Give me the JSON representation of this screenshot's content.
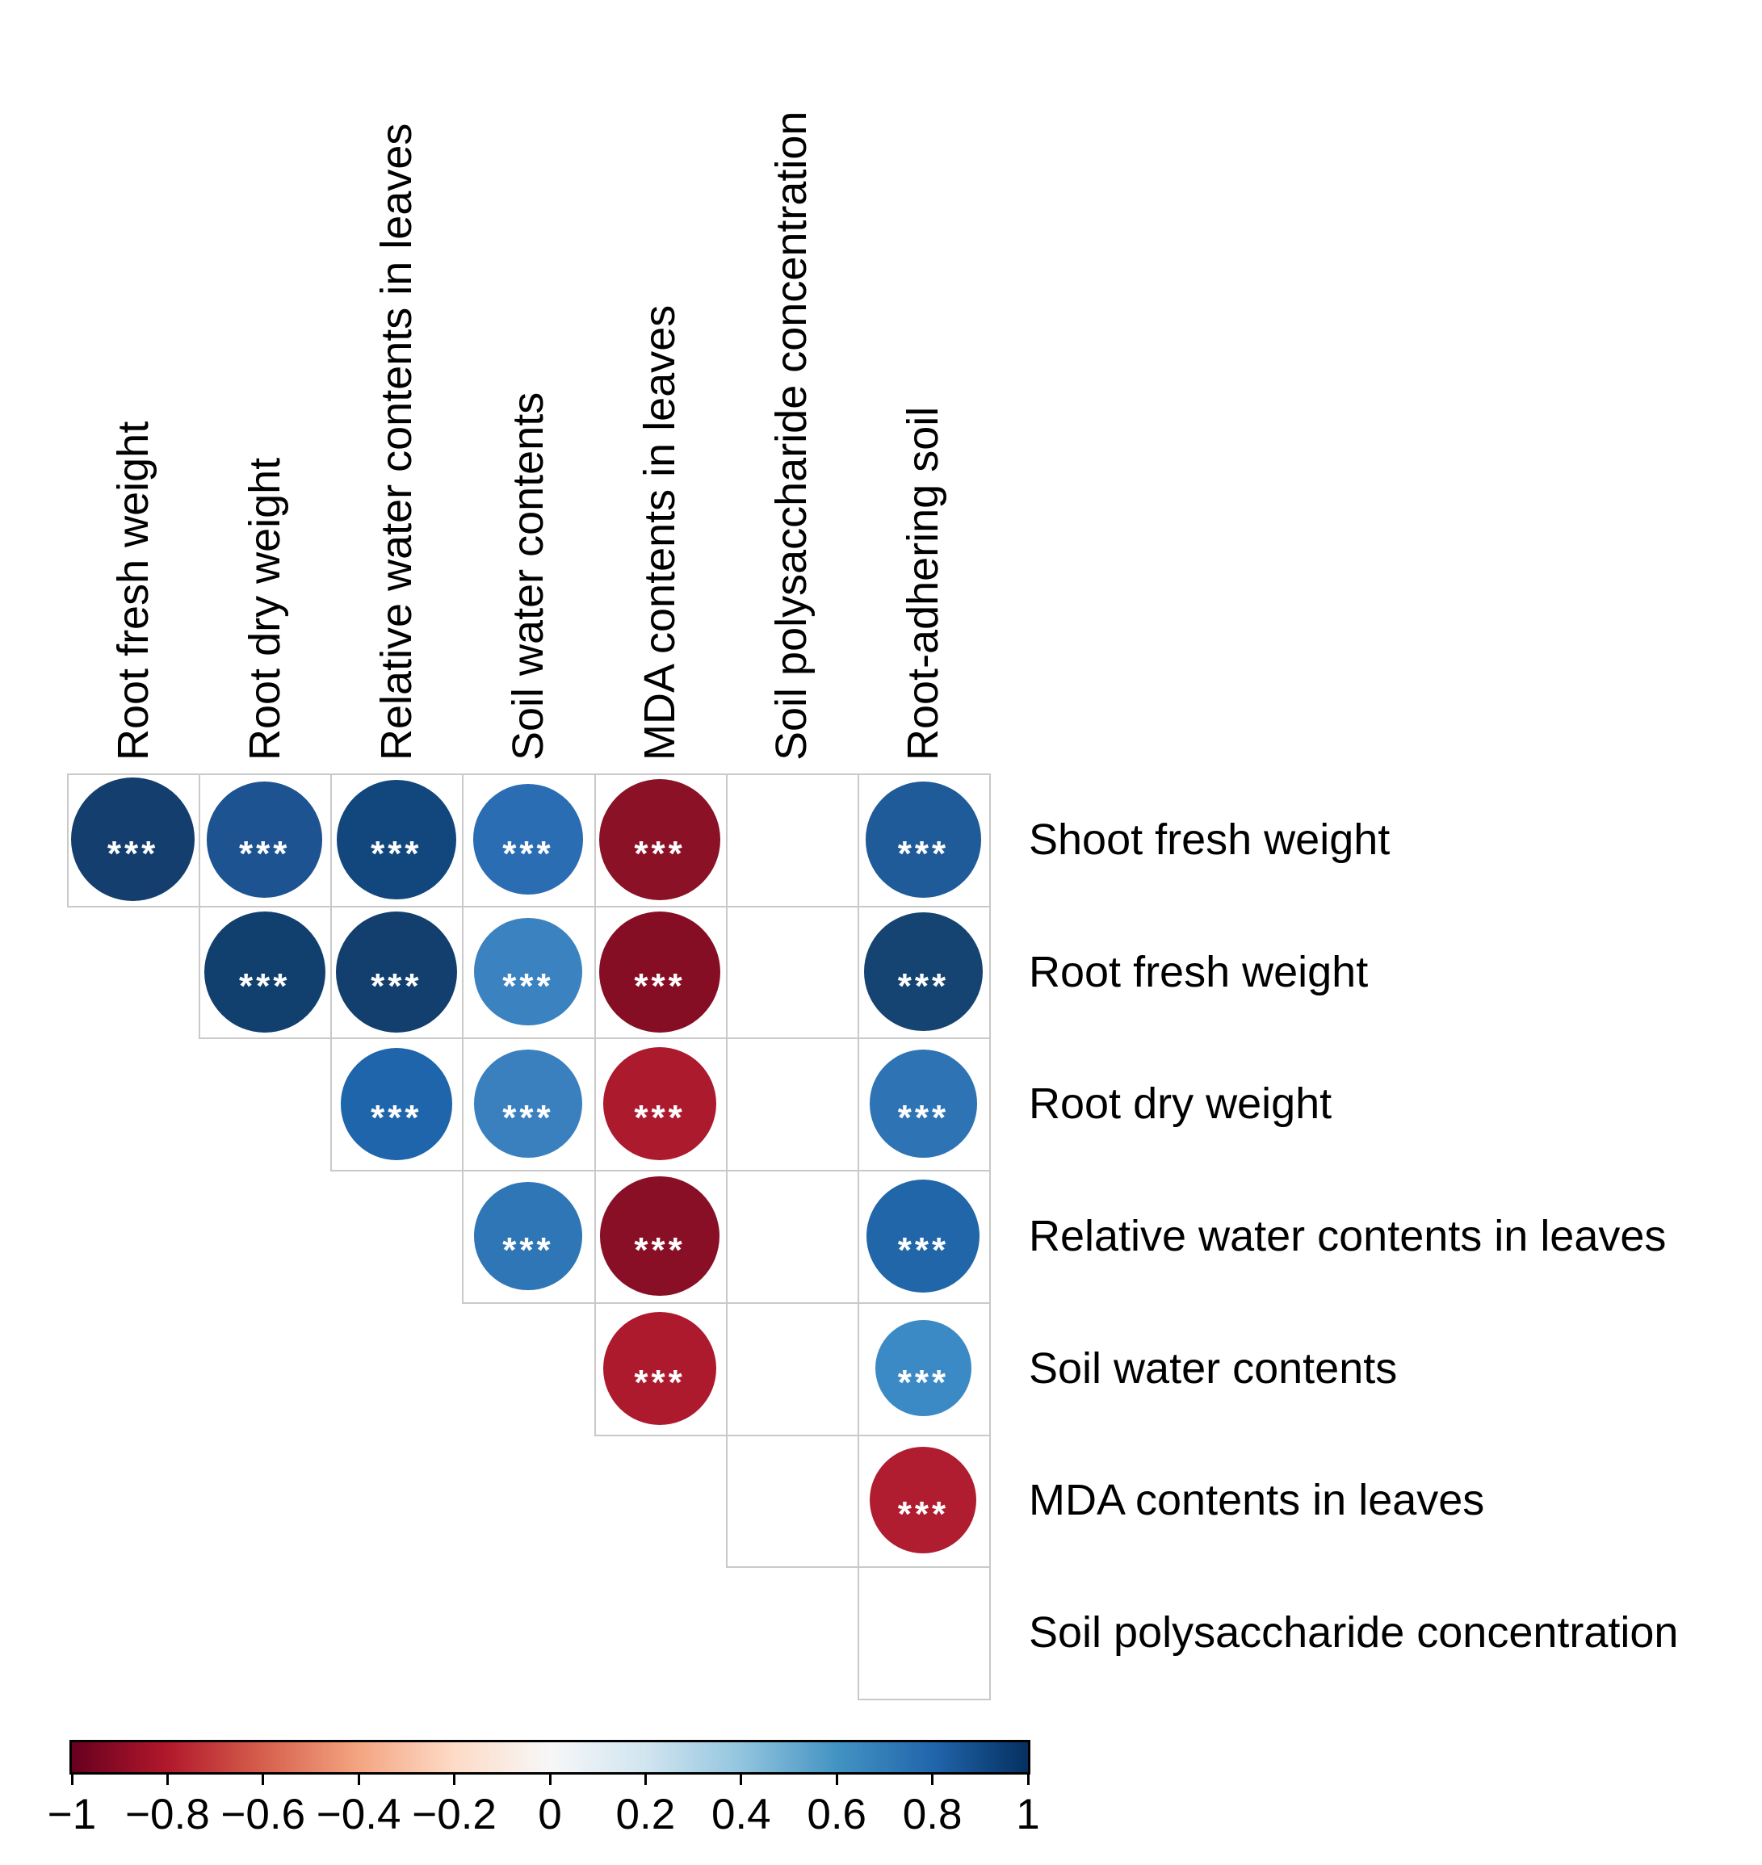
{
  "chart_data": {
    "type": "heatmap",
    "subtype": "correlation-matrix-upper-triangle-circles",
    "title": "",
    "significance_marker": "***",
    "columns": [
      "Root fresh weight",
      "Root dry weight",
      "Relative water contents in leaves",
      "Soil water contents",
      "MDA contents in leaves",
      "Soil polysaccharide concentration",
      "Root-adhering soil"
    ],
    "rows": [
      "Shoot fresh weight",
      "Root fresh weight",
      "Root dry weight",
      "Relative water contents in leaves",
      "Soil water contents",
      "MDA contents in leaves",
      "Soil polysaccharide concentration"
    ],
    "cells": [
      {
        "row": 0,
        "col": 0,
        "r": 0.93,
        "color": "#133E6D",
        "size": 0.94,
        "sig": true
      },
      {
        "row": 0,
        "col": 1,
        "r": 0.87,
        "color": "#1C5390",
        "size": 0.88,
        "sig": true
      },
      {
        "row": 0,
        "col": 2,
        "r": 0.91,
        "color": "#12477E",
        "size": 0.91,
        "sig": true
      },
      {
        "row": 0,
        "col": 3,
        "r": 0.77,
        "color": "#2B6DB3",
        "size": 0.84,
        "sig": true
      },
      {
        "row": 0,
        "col": 4,
        "r": -0.9,
        "color": "#8A1126",
        "size": 0.92,
        "sig": true
      },
      {
        "row": 0,
        "col": 6,
        "r": 0.85,
        "color": "#1F5A99",
        "size": 0.88,
        "sig": true
      },
      {
        "row": 1,
        "col": 1,
        "r": 0.93,
        "color": "#12406E",
        "size": 0.92,
        "sig": true
      },
      {
        "row": 1,
        "col": 2,
        "r": 0.93,
        "color": "#123F6D",
        "size": 0.92,
        "sig": true
      },
      {
        "row": 1,
        "col": 3,
        "r": 0.7,
        "color": "#3A82C0",
        "size": 0.82,
        "sig": true
      },
      {
        "row": 1,
        "col": 4,
        "r": -0.91,
        "color": "#850E24",
        "size": 0.92,
        "sig": true
      },
      {
        "row": 1,
        "col": 6,
        "r": 0.9,
        "color": "#164472",
        "size": 0.9,
        "sig": true
      },
      {
        "row": 2,
        "col": 2,
        "r": 0.81,
        "color": "#1F65AB",
        "size": 0.85,
        "sig": true
      },
      {
        "row": 2,
        "col": 3,
        "r": 0.71,
        "color": "#3A80BF",
        "size": 0.82,
        "sig": true
      },
      {
        "row": 2,
        "col": 4,
        "r": -0.81,
        "color": "#AC1A2E",
        "size": 0.86,
        "sig": true
      },
      {
        "row": 2,
        "col": 6,
        "r": 0.75,
        "color": "#2E74B4",
        "size": 0.82,
        "sig": true
      },
      {
        "row": 3,
        "col": 3,
        "r": 0.75,
        "color": "#2E76B5",
        "size": 0.82,
        "sig": true
      },
      {
        "row": 3,
        "col": 4,
        "r": -0.9,
        "color": "#880F25",
        "size": 0.91,
        "sig": true
      },
      {
        "row": 3,
        "col": 6,
        "r": 0.8,
        "color": "#2066A9",
        "size": 0.86,
        "sig": true
      },
      {
        "row": 4,
        "col": 4,
        "r": -0.8,
        "color": "#AD1A2E",
        "size": 0.86,
        "sig": true
      },
      {
        "row": 4,
        "col": 6,
        "r": 0.66,
        "color": "#3C8AC5",
        "size": 0.73,
        "sig": true
      },
      {
        "row": 5,
        "col": 6,
        "r": -0.78,
        "color": "#B01D30",
        "size": 0.81,
        "sig": true
      }
    ],
    "colorbar": {
      "min": -1,
      "max": 1,
      "tick_labels": [
        "−1",
        "−0.8",
        "−0.6",
        "−0.4",
        "−0.2",
        "0",
        "0.2",
        "0.4",
        "0.6",
        "0.8",
        "1"
      ],
      "palette": [
        "#67001F",
        "#B2182B",
        "#D6604D",
        "#F4A582",
        "#FDDBC7",
        "#F7F7F7",
        "#D1E5F0",
        "#92C5DE",
        "#4393C3",
        "#2166AC",
        "#053061"
      ]
    },
    "grid_line_color": "#C9C9C9",
    "background": "#FFFFFF",
    "legend_position": "bottom"
  }
}
